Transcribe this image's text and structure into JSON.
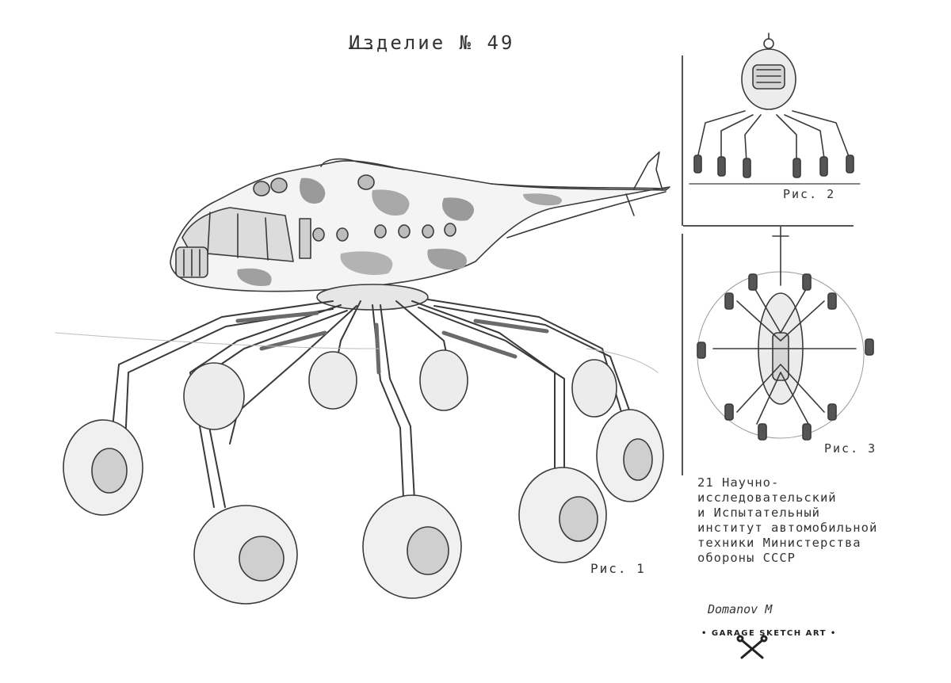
{
  "title": "Изделие № 49",
  "figures": {
    "fig1": "Рис. 1",
    "fig2": "Рис. 2",
    "fig3": "Рис. 3"
  },
  "institute_lines": [
    "21 Научно-",
    "исследовательский",
    "и Испытательный",
    "институт автомобильной",
    "техники Министерства",
    "обороны СССР"
  ],
  "signature": "Domanov M",
  "brand": "• GARAGE SKETCH ART •",
  "colors": {
    "ink": "#2b2b2b",
    "paper": "#ffffff",
    "camo": "#9a9a9a"
  },
  "icons": [
    "crossed-wrenches-icon"
  ]
}
